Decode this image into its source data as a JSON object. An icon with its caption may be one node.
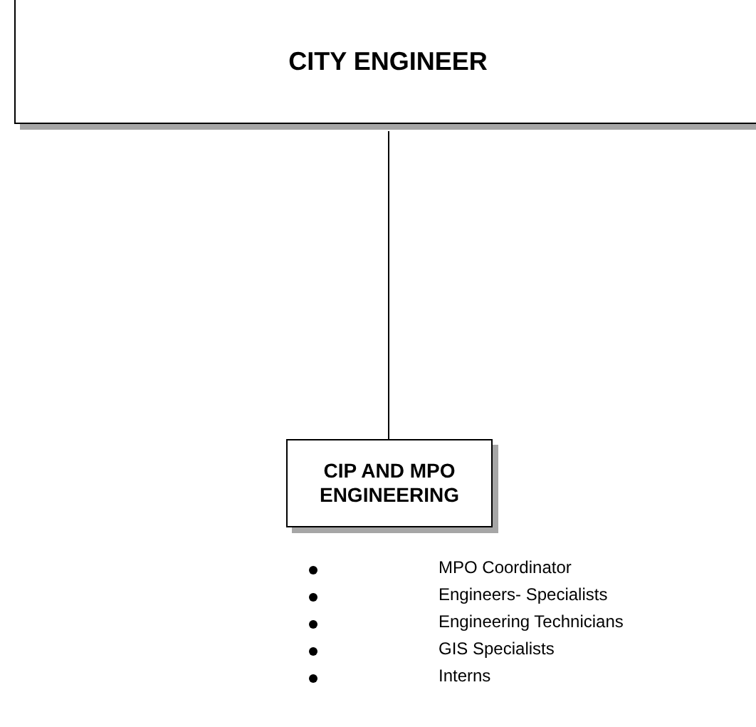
{
  "diagram": {
    "nodes": [
      {
        "text": [
          "CITY ENGINEER"
        ]
      },
      {
        "text": [
          "CIP AND MPO ENGINEERING"
        ],
        "beside": [
          "MPO Coordinator",
          "Engineers- Specialists",
          "Engineering Technicians",
          "GIS Specialists",
          "Interns"
        ]
      }
    ],
    "edges": [
      {
        "from": 0,
        "to": 1,
        "arrow": "none"
      }
    ]
  }
}
